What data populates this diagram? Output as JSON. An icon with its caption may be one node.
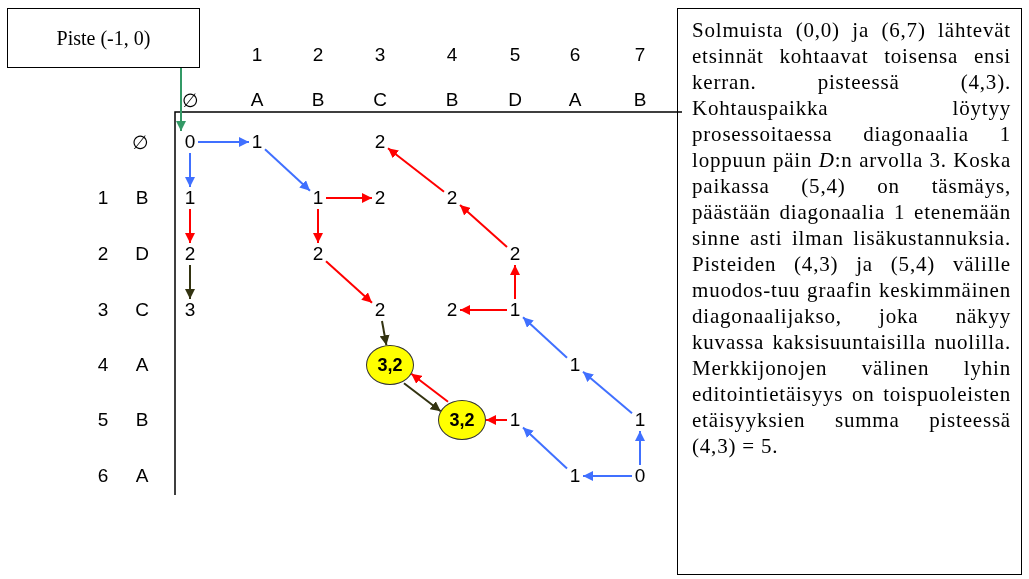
{
  "diagram": {
    "nodes": [
      {
        "text": [
          "Piste (-1, 0)"
        ]
      },
      {
        "text": [
          "0"
        ]
      },
      {
        "text": [
          "1"
        ]
      },
      {
        "text": [
          "2"
        ]
      },
      {
        "text": [
          "1"
        ]
      },
      {
        "text": [
          "1"
        ]
      },
      {
        "text": [
          "2"
        ]
      },
      {
        "text": [
          "2"
        ]
      },
      {
        "text": [
          "2"
        ]
      },
      {
        "text": [
          "2"
        ]
      },
      {
        "text": [
          "2"
        ]
      },
      {
        "text": [
          "3"
        ]
      },
      {
        "text": [
          "2"
        ]
      },
      {
        "text": [
          "2"
        ]
      },
      {
        "text": [
          "1"
        ]
      },
      {
        "text": [
          "3,2"
        ]
      },
      {
        "text": [
          "1"
        ]
      },
      {
        "text": [
          "3,2"
        ]
      },
      {
        "text": [
          "1"
        ]
      },
      {
        "text": [
          "1"
        ]
      },
      {
        "text": [
          "1"
        ]
      },
      {
        "text": [
          "0"
        ]
      },
      {
        "text": [
          "Solmuista (0,0) ja (6,7) lähtevät etsinnät kohtaavat toisensa ensi kerran. pisteessä (4,3). Kohtauspaikka löytyy prosessoitaessa diagonaalia 1 loppuun päin *D*:n arvolla 3. Koska paikassa (5,4) on täsmäys, päästään diagonaalia 1 etenemään sinne asti ilman lisäkustannuksia. Pisteiden (4,3) ja (5,4) välille muodos-tuu graafin keskimmäinen diagonaalijakso, joka näkyy kuvassa kaksisuuntaisilla nuolilla. Merkkijonojen välinen lyhin editointietäisyys on toispuoleisten etäisyyksien summa pisteessä (4,3) = 5."
        ]
      }
    ],
    "edges": [
      {
        "from": 0,
        "to": 1,
        "arrow": "to",
        "color": "#339966"
      },
      {
        "from": 1,
        "to": 2,
        "arrow": "to",
        "color": "#4070ff"
      },
      {
        "from": 1,
        "to": 4,
        "arrow": "to",
        "color": "#4070ff"
      },
      {
        "from": 2,
        "to": 5,
        "arrow": "to",
        "color": "#4070ff"
      },
      {
        "from": 4,
        "to": 8,
        "arrow": "to"
      },
      {
        "from": 5,
        "to": 6,
        "arrow": "to"
      },
      {
        "from": 5,
        "to": 9,
        "arrow": "to"
      },
      {
        "from": 8,
        "to": 11,
        "arrow": "to",
        "color": "#333311"
      },
      {
        "from": 9,
        "to": 12,
        "arrow": "to"
      },
      {
        "from": 12,
        "to": 15,
        "arrow": "to",
        "color": "#333311"
      },
      {
        "from": 15,
        "to": 17,
        "arrow": "to",
        "color": "#333311"
      },
      {
        "from": 17,
        "to": 15,
        "arrow": "to"
      },
      {
        "from": 21,
        "to": 20,
        "arrow": "to",
        "color": "#4070ff"
      },
      {
        "from": 21,
        "to": 19,
        "arrow": "to",
        "color": "#4070ff"
      },
      {
        "from": 20,
        "to": 18,
        "arrow": "to",
        "color": "#4070ff"
      },
      {
        "from": 19,
        "to": 16,
        "arrow": "to",
        "color": "#4070ff"
      },
      {
        "from": 16,
        "to": 14,
        "arrow": "to",
        "color": "#4070ff"
      },
      {
        "from": 18,
        "to": 17,
        "arrow": "to"
      },
      {
        "from": 14,
        "to": 13,
        "arrow": "to"
      },
      {
        "from": 14,
        "to": 10,
        "arrow": "to"
      },
      {
        "from": 10,
        "to": 7,
        "arrow": "to"
      },
      {
        "from": 7,
        "to": 3,
        "arrow": "to"
      }
    ],
    "labels": [
      "1",
      "2",
      "3",
      "4",
      "5",
      "6",
      "7",
      "∅",
      "A",
      "B",
      "C",
      "B",
      "D",
      "A",
      "B",
      "∅",
      "1",
      "B",
      "2",
      "D",
      "3",
      "C",
      "4",
      "A",
      "5",
      "B",
      "6",
      "A"
    ]
  }
}
